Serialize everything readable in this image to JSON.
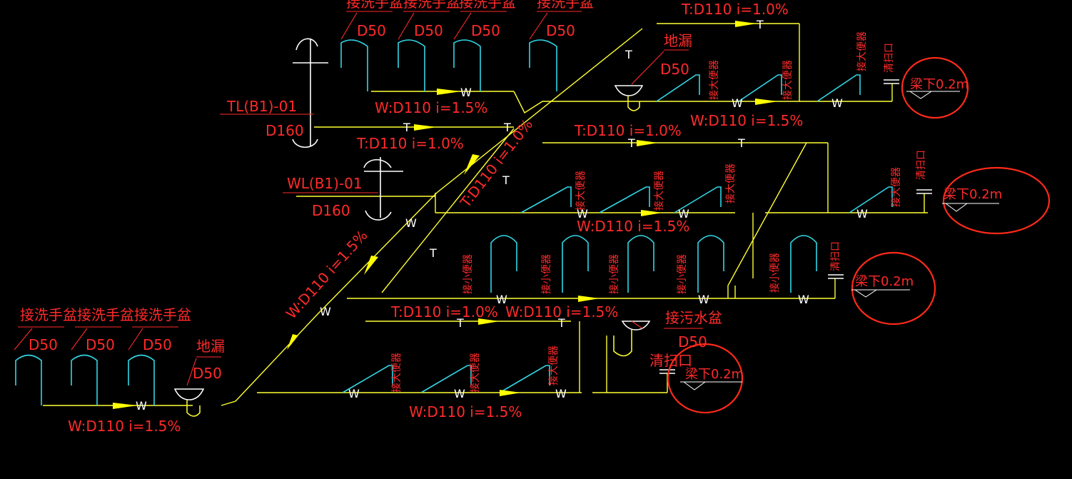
{
  "colors": {
    "background": "#000000",
    "pipe": "#ffff33",
    "fixture": "#33d6e6",
    "text": "#ff2a2a",
    "arrow": "#ffff00",
    "marker": "#ffffff",
    "circle": "#ff2a1a"
  },
  "labels": {
    "basin": "接洗手盆",
    "d50": "D50",
    "floor_drain": "地漏",
    "toilet": "接大便器",
    "urinal": "接小便器",
    "cleanout": "清扫口",
    "mop_sink": "接污水盆",
    "beam": "梁下0.2m",
    "w": "W",
    "t": "T",
    "w_slope_15": "W:D110  i=1.5%",
    "t_slope_10": "T:D110  i=1.0%",
    "tl_stack": "TL(B1)-01",
    "wl_stack": "WL(B1)-01",
    "d160": "D160"
  },
  "icons": [
    "flow-arrow-icon",
    "p-trap-icon",
    "floor-drain-icon",
    "cleanout-icon",
    "elevation-marker-icon"
  ]
}
